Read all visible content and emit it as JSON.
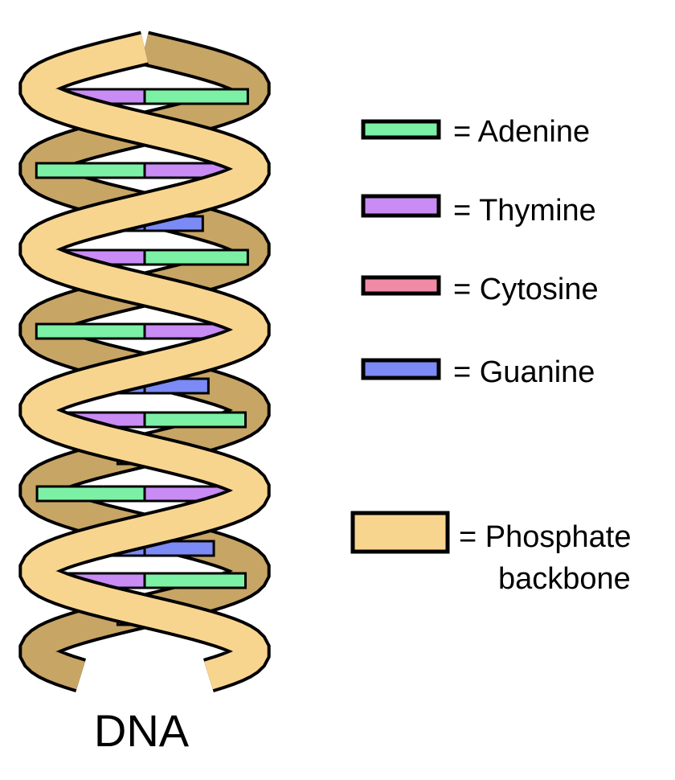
{
  "colors": {
    "adenine": "#7CF0A4",
    "thymine": "#C98BF4",
    "cytosine": "#F08AA6",
    "guanine": "#7B8AF4",
    "backbone_front": "#F8D58F",
    "backbone_back": "#C7A565",
    "outline": "#000000"
  },
  "legend": {
    "adenine": {
      "label": "= Adenine"
    },
    "thymine": {
      "label": "= Thymine"
    },
    "cytosine": {
      "label": "= Cytosine"
    },
    "guanine": {
      "label": "= Guanine"
    },
    "backbone": {
      "line1": "= Phosphate",
      "line2": "backbone"
    }
  },
  "title": "DNA"
}
